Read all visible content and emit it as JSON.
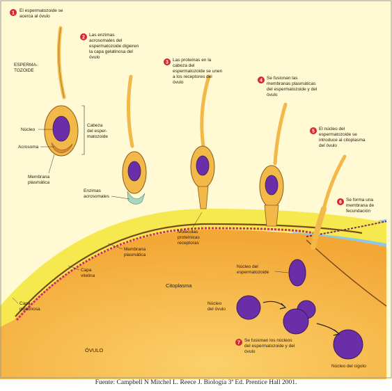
{
  "steps": [
    {
      "n": "1",
      "lines": [
        "El espermatozoide se",
        "acerca al óvulo"
      ]
    },
    {
      "n": "2",
      "lines": [
        "Las enzimas",
        "acrosomales del",
        "espermatozoide digieren",
        "la capa gelatinosa del",
        "óvulo"
      ]
    },
    {
      "n": "3",
      "lines": [
        "Las proteínas en la",
        "cabeza del",
        "espermatozoide se unen",
        "a los receptores del",
        "óvulo"
      ]
    },
    {
      "n": "4",
      "lines": [
        "Se fusionan las",
        "membranas plasmáticas",
        "del espermatozoide y del",
        "óvulo"
      ]
    },
    {
      "n": "5",
      "lines": [
        "El núcleo del",
        "espermatozoide se",
        "introduce al citoplasma",
        "del óvulo"
      ]
    },
    {
      "n": "6",
      "lines": [
        "Se forma una",
        "membrana de",
        "fecundación"
      ]
    },
    {
      "n": "7",
      "lines": [
        "Se fusionan los núcleos",
        "del espermatozoide y del",
        "óvulo"
      ]
    }
  ],
  "labels": {
    "espermatozoide": [
      "ESPERMA-",
      "TOZOIDE"
    ],
    "nucleo": "Núcleo",
    "acrosoma": "Acrosoma",
    "membrana_plasmatica": [
      "Membrana",
      "plasmática"
    ],
    "cabeza": [
      "Cabeza",
      "del esper-",
      "matozoide"
    ],
    "enzimas": [
      "Enzimas",
      "acrosomales"
    ],
    "moleculas": [
      "Moléculas",
      "proteínicas",
      "receptoras"
    ],
    "membrana_plasmatica_ovulo": [
      "Membrana",
      "plasmática"
    ],
    "capa_vitelina": [
      "Capa",
      "vitelina"
    ],
    "capa_gelatinosa": [
      "Capa",
      "gelatinosa"
    ],
    "citoplasma": "Citoplasma",
    "ovulo": "ÓVULO",
    "nucleo_esperm": [
      "Núcleo del",
      "espermatozoide"
    ],
    "nucleo_ovulo": [
      "Núcleo",
      "del óvulo"
    ],
    "nucleo_cigoto": "Núcleo del cigoto"
  },
  "caption": "Fuente: Campbell N Mitchel L. Reece J. Biología 3ª Ed. Prentice Hall 2001.",
  "colors": {
    "background": "#fff9d0",
    "cytoplasm": "#f6b33c",
    "jelly": "#f5ea54",
    "membrane": "#cf2a6a",
    "sperm": "#f2b848",
    "nucleus": "#6a2ea8",
    "step_badge": "#d8262d",
    "blue": "#8fc8e2"
  }
}
